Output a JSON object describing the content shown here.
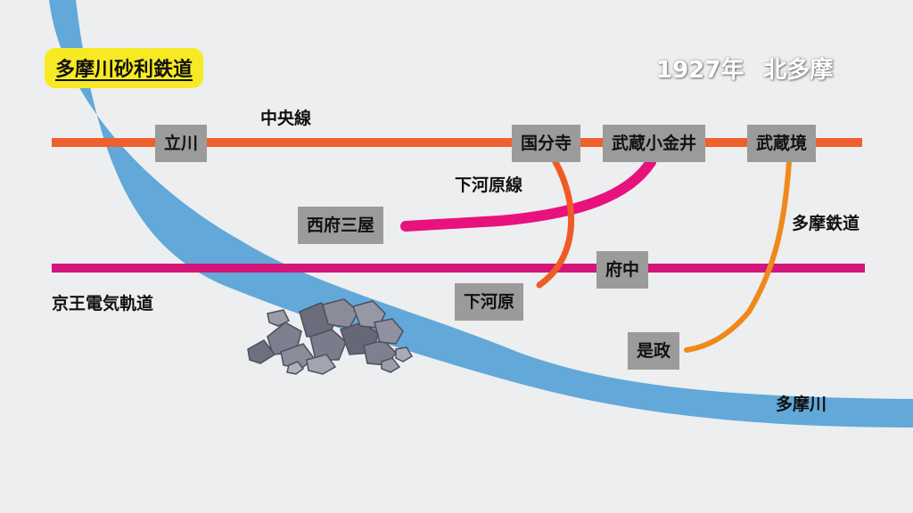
{
  "title": "多摩川砂利鉄道",
  "subtitle": {
    "year": "1927年",
    "region": "北多摩"
  },
  "colors": {
    "background": "#eceef0",
    "river": "#62a8d8",
    "chuo_line": "#f0602c",
    "keio_line": "#d4157a",
    "shimogawara_line": "#ef5b25",
    "nishifu_spur": "#e8127e",
    "tama_railway": "#f0891a",
    "station_box": "#9b9b9b",
    "title_badge": "#f7ea23"
  },
  "lines": {
    "chuo": "中央線",
    "keio": "京王電気軌道",
    "shimogawara": "下河原線",
    "tama": "多摩鉄道"
  },
  "river": {
    "label": "多摩川"
  },
  "stations": {
    "tachikawa": "立川",
    "kokubunji": "国分寺",
    "musashikoganei": "武蔵小金井",
    "musashisakai": "武蔵境",
    "nishifusanya": "西府三屋",
    "fuchu": "府中",
    "shimogawara": "下河原",
    "koremasa": "是政"
  },
  "icons": {
    "gravel": "gravel-pile-icon"
  }
}
